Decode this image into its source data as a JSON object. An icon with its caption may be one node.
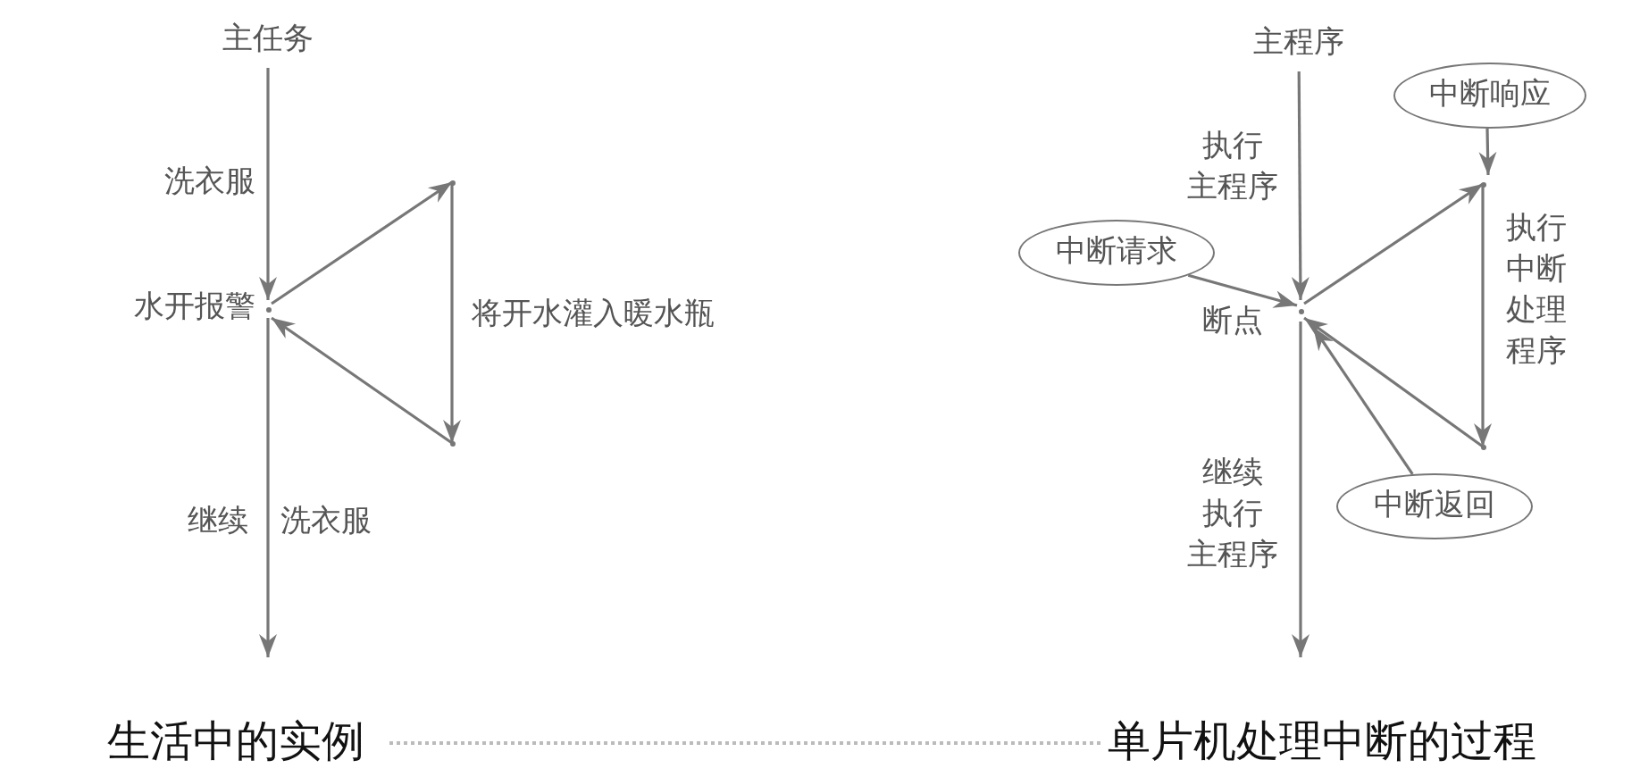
{
  "diagram": {
    "nodes": [
      {
        "text": [
          "主任务"
        ]
      },
      {
        "text": [],
        "shape": "point",
        "beside": [
          "水开报警"
        ]
      },
      {
        "text": [],
        "shape": "point"
      },
      {
        "text": [],
        "shape": "point"
      },
      {
        "text": [
          "主程序"
        ]
      },
      {
        "text": [
          "中断响应"
        ]
      },
      {
        "text": [],
        "shape": "point"
      },
      {
        "text": [
          "中断请求"
        ]
      },
      {
        "text": [],
        "shape": "point",
        "beside": [
          "断点"
        ]
      },
      {
        "text": [],
        "shape": "point"
      },
      {
        "text": [
          "中断返回"
        ]
      }
    ],
    "edges": [
      {
        "from": 0,
        "to": 1,
        "arrow": "to",
        "label": "洗衣服"
      },
      {
        "from": 1,
        "to": 2,
        "arrow": "to"
      },
      {
        "from": 2,
        "to": 3,
        "arrow": "to",
        "label": "将开水灌入暖水瓶"
      },
      {
        "from": 3,
        "to": 1,
        "arrow": "to"
      },
      {
        "from": 1,
        "to": null,
        "arrow": "to"
      },
      {
        "from": 4,
        "to": 8,
        "arrow": "to",
        "label": "执行主程序"
      },
      {
        "from": 8,
        "to": 6,
        "arrow": "to"
      },
      {
        "from": 6,
        "to": 9,
        "arrow": "to",
        "label": "执行中断处理程序"
      },
      {
        "from": 9,
        "to": 8,
        "arrow": "to"
      },
      {
        "from": 7,
        "to": 8,
        "arrow": "to"
      },
      {
        "from": 5,
        "to": 6,
        "arrow": "to"
      },
      {
        "from": 10,
        "to": 8,
        "arrow": "to"
      },
      {
        "from": 8,
        "to": null,
        "arrow": "to",
        "label": "继续执行主程序"
      }
    ],
    "labels": [
      "继续",
      "洗衣服",
      "生活中的实例",
      "单片机处理中断的过程"
    ]
  }
}
